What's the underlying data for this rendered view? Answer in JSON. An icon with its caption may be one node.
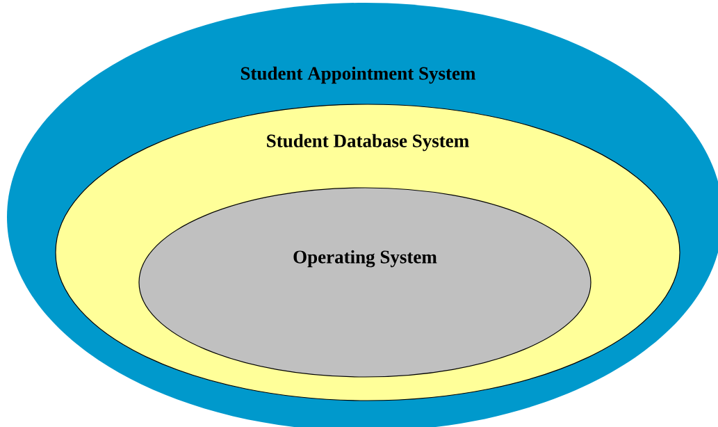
{
  "diagram": {
    "nodes": [
      {
        "text": [
          "Student Appointment System"
        ]
      },
      {
        "text": [
          "Student Database System"
        ],
        "in": 0
      },
      {
        "text": [
          "Operating System"
        ],
        "in": 1
      }
    ]
  }
}
